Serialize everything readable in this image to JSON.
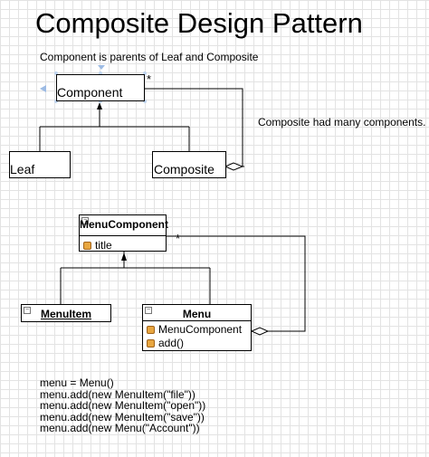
{
  "diagram": {
    "title": "Composite Design Pattern",
    "subtitle": "Component is parents of Leaf and Composite",
    "note": "Composite had many components.",
    "top": {
      "component": "Component",
      "leaf": "Leaf",
      "composite": "Composite",
      "multiplicity": "*"
    },
    "uml": {
      "menu_component": {
        "name": "MenuComponent",
        "attributes": [
          "title"
        ]
      },
      "menu_item": {
        "name": "MenuItem"
      },
      "menu": {
        "name": "Menu",
        "attributes": [
          "MenuComponent",
          "add()"
        ]
      },
      "multiplicity": "*"
    },
    "code": [
      "menu = Menu()",
      "menu.add(new MenuItem(\"file\"))",
      "menu.add(new MenuItem(\"open\"))",
      "menu.add(new MenuItem(\"save\"))",
      "menu.add(new Menu(\"Account\"))"
    ]
  }
}
